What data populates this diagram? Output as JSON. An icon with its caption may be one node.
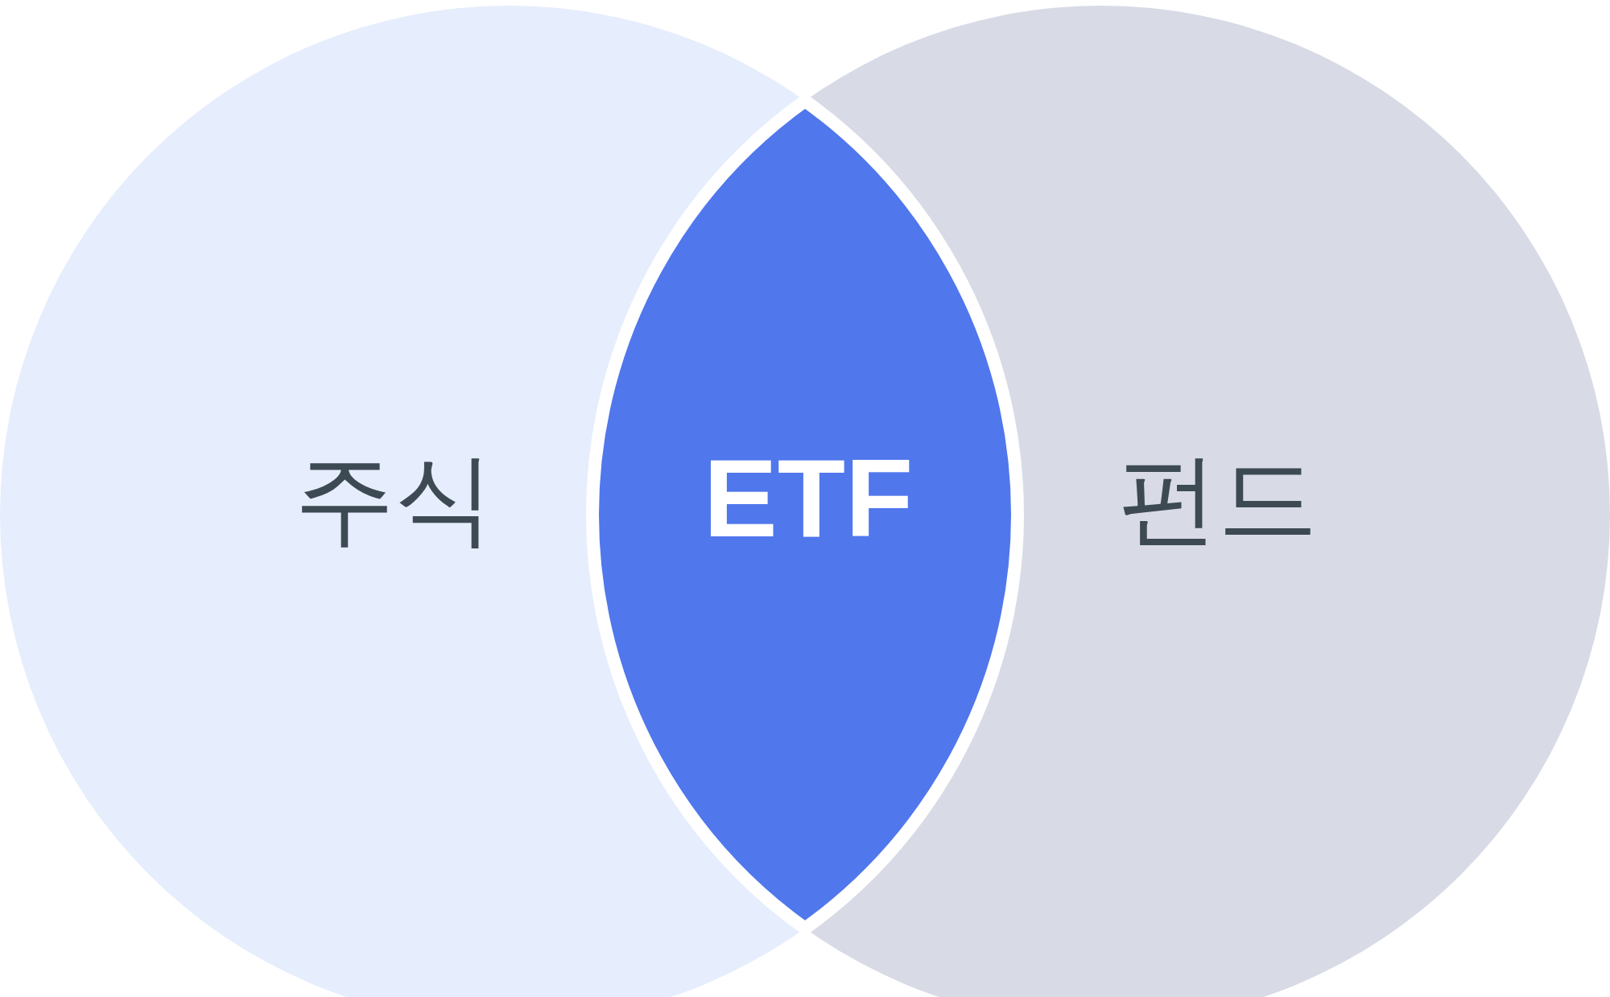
{
  "diagram": {
    "nodes": [
      {
        "text": [
          "주식"
        ]
      },
      {
        "text": [
          "ETF"
        ]
      },
      {
        "text": [
          "펀드"
        ]
      }
    ]
  }
}
